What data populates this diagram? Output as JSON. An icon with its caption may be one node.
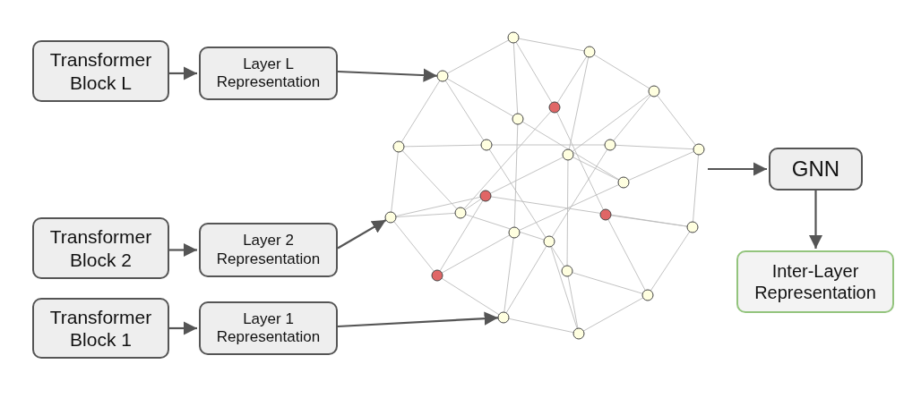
{
  "diagram": {
    "nodes": [
      {
        "text": [
          "Transformer Block L"
        ]
      },
      {
        "text": [
          "Layer L Representation"
        ]
      },
      {
        "text": [
          "Transformer Block 2"
        ]
      },
      {
        "text": [
          "Layer 2 Representation"
        ]
      },
      {
        "text": [
          "Transformer Block 1"
        ]
      },
      {
        "text": [
          "Layer 1 Representation"
        ]
      },
      {
        "text": [],
        "shape": "picture"
      },
      {
        "text": [],
        "shape": "circle",
        "in": 6
      },
      {
        "text": [],
        "shape": "circle",
        "in": 6
      },
      {
        "text": [],
        "shape": "circle",
        "in": 6
      },
      {
        "text": [
          "GNN"
        ]
      },
      {
        "text": [
          "Inter-Layer Representation"
        ]
      }
    ],
    "edges": [
      {
        "from": 0,
        "to": 1,
        "arrow": "to"
      },
      {
        "from": 2,
        "to": 3,
        "arrow": "to"
      },
      {
        "from": 4,
        "to": 5,
        "arrow": "to"
      },
      {
        "from": 1,
        "to": 7,
        "arrow": "to"
      },
      {
        "from": 3,
        "to": 8,
        "arrow": "to"
      },
      {
        "from": 5,
        "to": 9,
        "arrow": "to"
      },
      {
        "from": 6,
        "to": 10,
        "arrow": "to"
      },
      {
        "from": 10,
        "to": 11,
        "arrow": "to"
      }
    ]
  }
}
